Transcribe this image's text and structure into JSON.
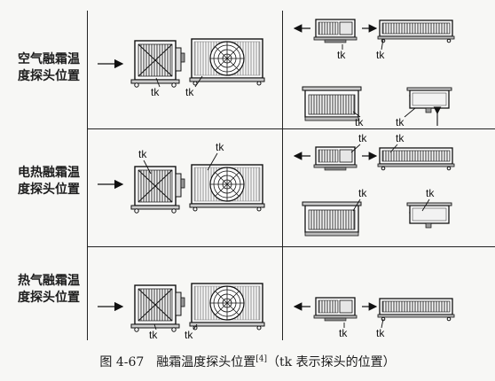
{
  "rows": [
    {
      "label_line1": "空气融霜温",
      "label_line2": "度探头位置"
    },
    {
      "label_line1": "电热融霜温",
      "label_line2": "度探头位置"
    },
    {
      "label_line1": "热气融霜温",
      "label_line2": "度探头位置"
    }
  ],
  "probe_label": "tk",
  "caption": {
    "figure_number": "图 4-67",
    "title": "融霜温度探头位置",
    "reference": "[4]",
    "note": "（tk 表示探头的位置）"
  }
}
